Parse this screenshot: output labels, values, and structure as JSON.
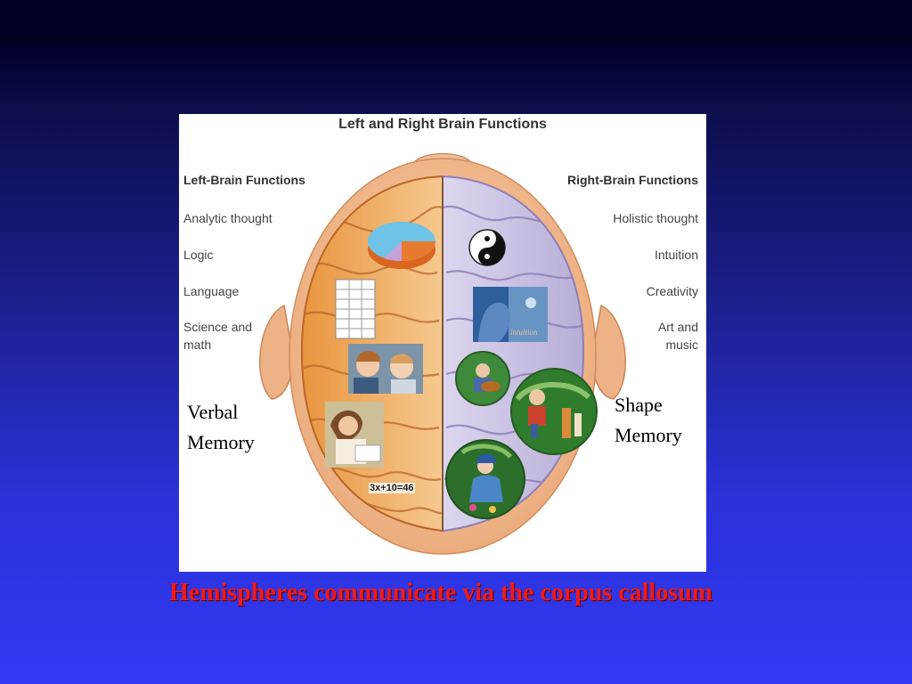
{
  "figure": {
    "title": "Left and Right Brain Functions",
    "left_heading": "Left-Brain Functions",
    "right_heading": "Right-Brain Functions",
    "left_functions": [
      "Analytic thought",
      "Logic",
      "Language",
      "Science and\nmath"
    ],
    "right_functions": [
      "Holistic thought",
      "Intuition",
      "Creativity",
      "Art and\nmusic"
    ],
    "equation": "3x+10=46",
    "intuition_label": "intuition"
  },
  "labels": {
    "verbal_memory": "Verbal\nMemory",
    "shape_memory": "Shape\nMemory"
  },
  "caption": "Hemispheres communicate via the corpus callosum",
  "colors": {
    "caption": "#ef1a1a",
    "left_hemisphere": "#f2b46a",
    "right_hemisphere": "#cfc6e6",
    "background_bottom": "#3138f2"
  },
  "icons": [
    "yin-yang-icon",
    "pie-chart-icon",
    "grid-chart-icon"
  ]
}
